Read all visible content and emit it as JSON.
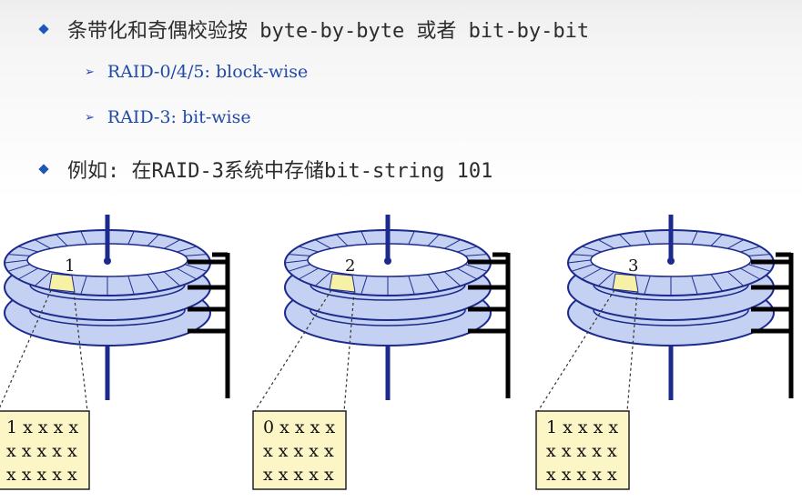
{
  "slide": {
    "bullet1": "条带化和奇偶校验按 byte-by-byte 或者 bit-by-bit",
    "sub1": "RAID-0/4/5: block-wise",
    "sub2": "RAID-3: bit-wise",
    "bullet2": "例如: 在RAID-3系统中存储bit-string 101"
  },
  "disks": [
    {
      "label": "1",
      "rows": [
        "1 x x x x",
        "x x x x x",
        "x x x x x"
      ]
    },
    {
      "label": "2",
      "rows": [
        "0 x x x x",
        "x x x x x",
        "x x x x x"
      ]
    },
    {
      "label": "3",
      "rows": [
        "1 x x x x",
        "x x x x x",
        "x x x x x"
      ]
    }
  ],
  "colors": {
    "accent": "#1f57b7",
    "platter": "#c5d1f2",
    "platter_stroke": "#1b2a8c",
    "box": "#fcf5c6"
  },
  "icons": {
    "bullet": "diamond-bullet-icon",
    "sub": "arrow-bullet-icon"
  }
}
